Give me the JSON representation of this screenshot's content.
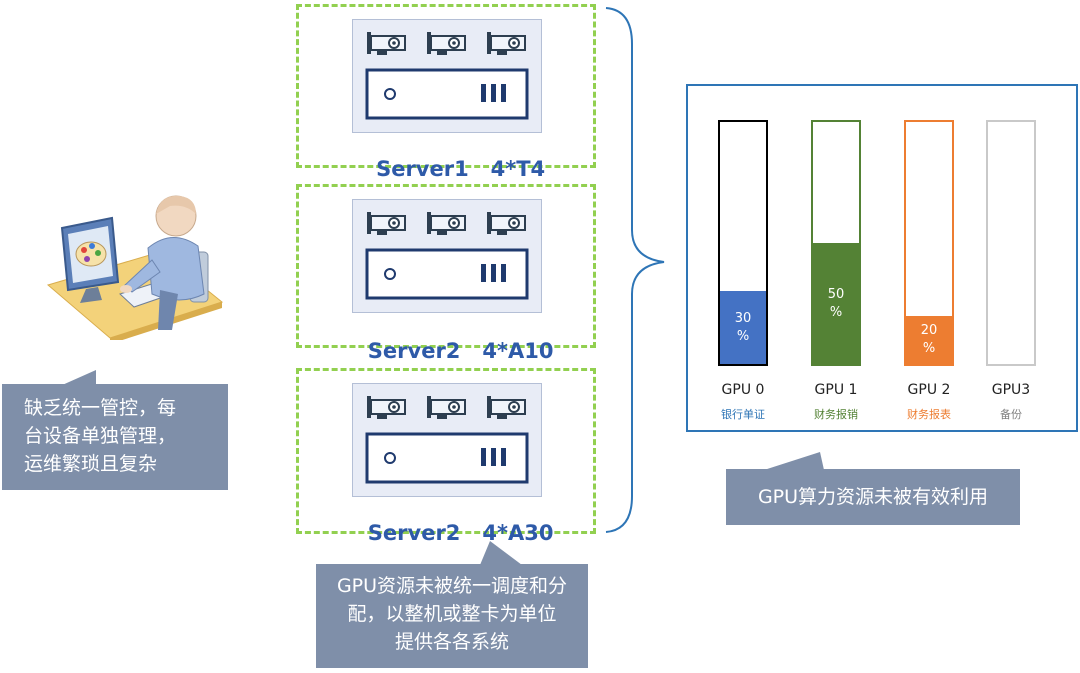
{
  "servers": [
    {
      "name": "Server1",
      "spec": "4*T4"
    },
    {
      "name": "Server2",
      "spec": "4*A10"
    },
    {
      "name": "Server2",
      "spec": "4*A30"
    }
  ],
  "callouts": {
    "admin": [
      "缺乏统一管控，每",
      "台设备单独管理，",
      "运维繁琐且复杂"
    ],
    "scheduling": [
      "GPU资源未被统一调度和分",
      "配，以整机或整卡为单位",
      "提供各各系统"
    ],
    "utilization": "GPU算力资源未被有效利用"
  },
  "gpus": [
    {
      "label": "GPU 0",
      "usage": "银行单证",
      "percent": 30,
      "percent_label_top": "30",
      "percent_label_bottom": "%",
      "color": "#4472c4",
      "outline": "#000000"
    },
    {
      "label": "GPU 1",
      "usage": "财务报销",
      "percent": 50,
      "percent_label_top": "50",
      "percent_label_bottom": "%",
      "color": "#548235",
      "outline": "#548235"
    },
    {
      "label": "GPU 2",
      "usage": "财务报表",
      "percent": 20,
      "percent_label_top": "20",
      "percent_label_bottom": "%",
      "color": "#ed7d31",
      "outline": "#ed7d31"
    },
    {
      "label": "GPU3",
      "usage": "备份",
      "percent": 0,
      "percent_label_top": "",
      "percent_label_bottom": "",
      "color": "#c9c9c9",
      "outline": "#c9c9c9"
    }
  ],
  "colors": {
    "accent_blue": "#2e5aa8",
    "dashed_green": "#92d050",
    "callout_gray": "#7f8fa9",
    "panel_border": "#2e75b6",
    "usage_text": [
      "#2e75b6",
      "#548235",
      "#ed7d31",
      "#808080"
    ]
  },
  "icons": [
    "user-at-computer-icon",
    "gpu-card-icon",
    "server-chassis-icon",
    "brace-icon"
  ]
}
